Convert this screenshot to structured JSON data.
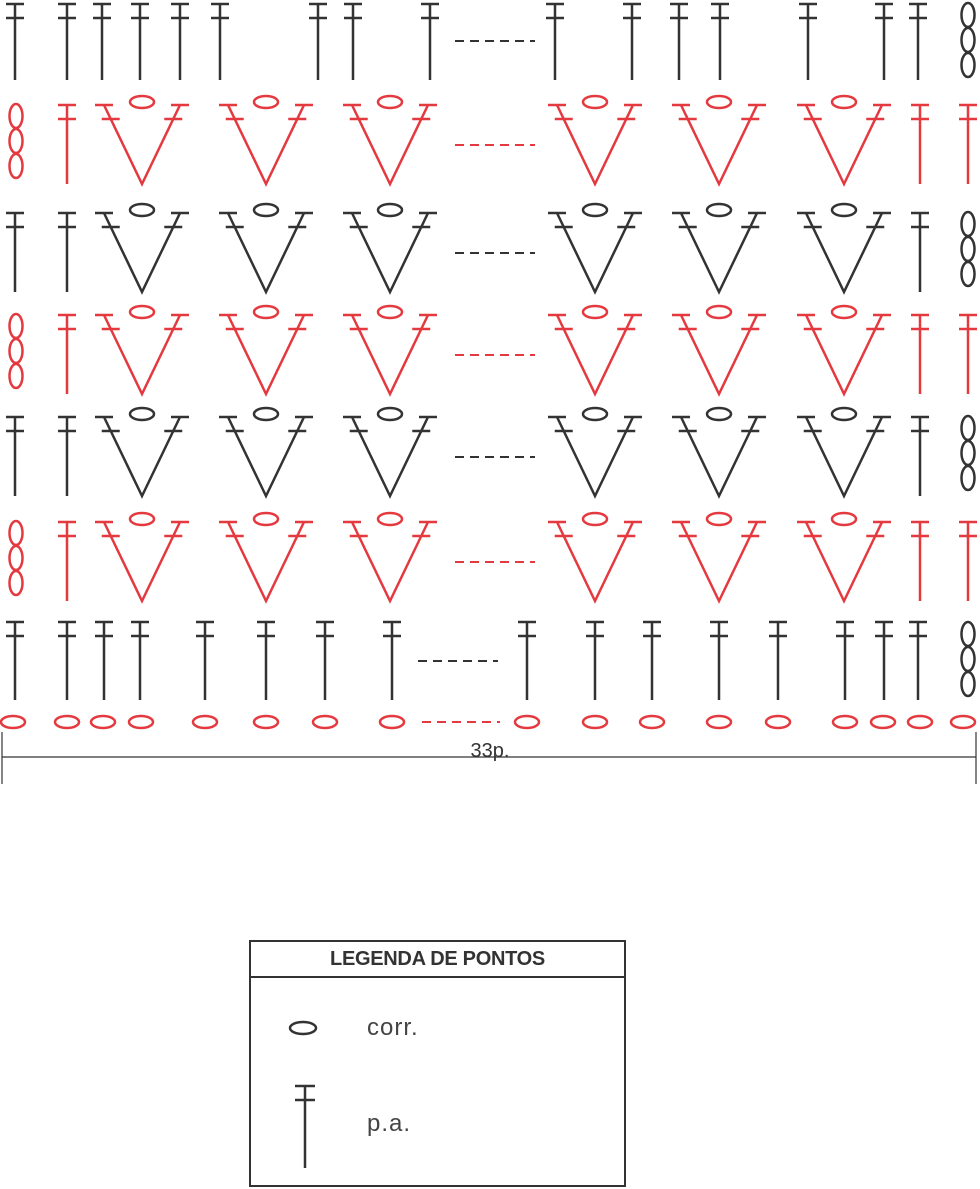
{
  "colors": {
    "dark": "#333333",
    "red": "#e4393f"
  },
  "chart": {
    "width_label": "33p.",
    "repeat_marker": "- - - - -"
  },
  "legend": {
    "title": "LEGENDA DE PONTOS",
    "items": [
      {
        "symbol": "chain-icon",
        "label": "corr."
      },
      {
        "symbol": "double-crochet-icon",
        "label": "p.a."
      }
    ]
  }
}
